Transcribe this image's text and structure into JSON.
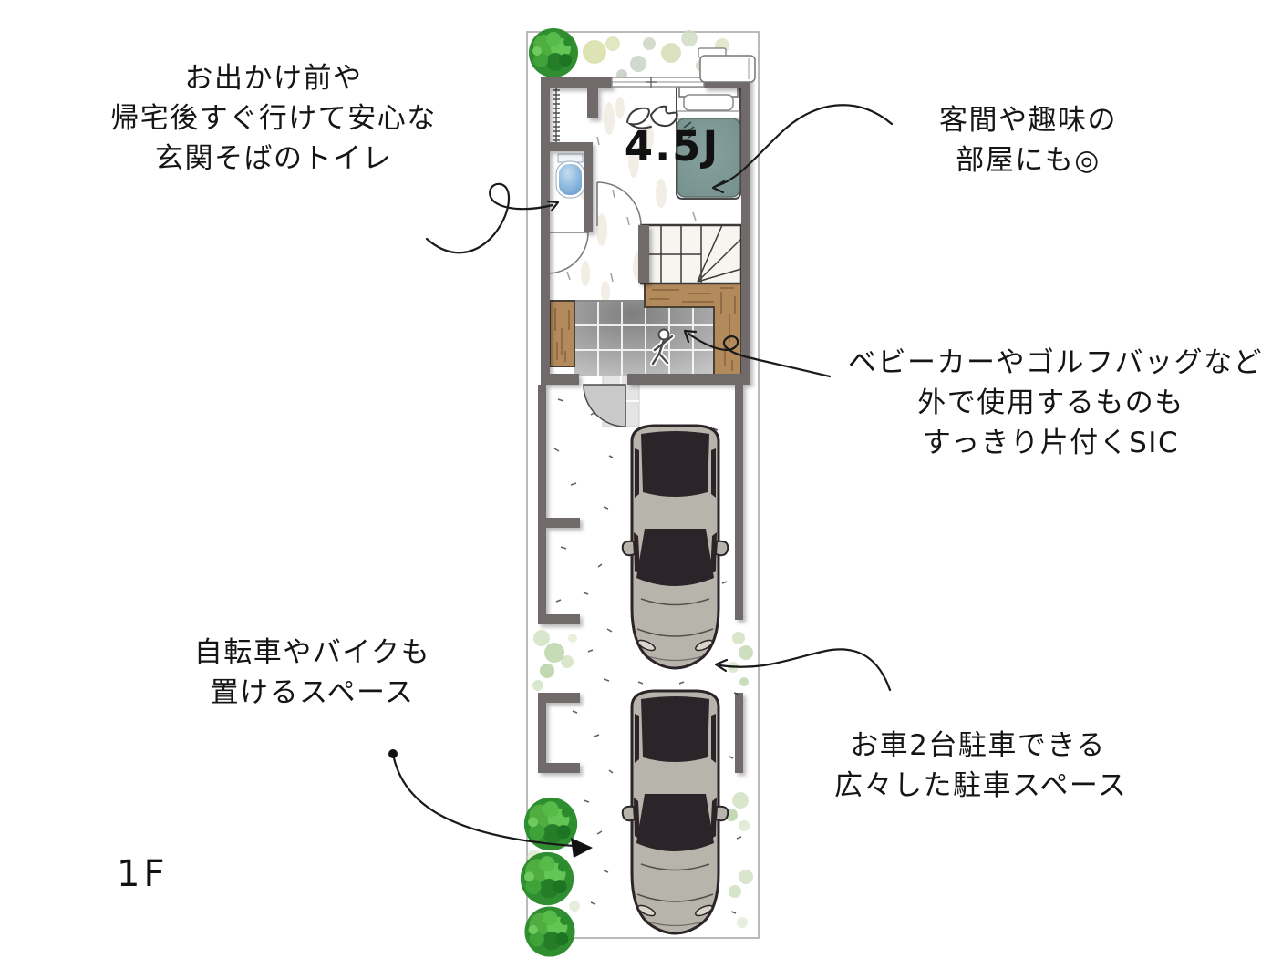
{
  "floor_label": "1F",
  "plan": {
    "room_label": "4.5J",
    "colors": {
      "wall": "#6f6b6b",
      "wood_floor": "#b28a5c",
      "tile_floor": "#9a9a9a",
      "bed_blanket": "#7d9592",
      "toilet_blue": "#6d9fcc",
      "tree_green": "#35a035",
      "garden_green": "#d6deb4",
      "car_body": "#b7b4ac",
      "car_glass": "#2c2428",
      "annotation_ink": "#151515"
    },
    "icons": [
      "tree-icon",
      "bed-icon",
      "toilet-icon",
      "stairs-icon",
      "car-icon",
      "person-icon",
      "ceiling-light-icon",
      "ac-unit-icon",
      "entrance-door-icon",
      "window-icon",
      "closet-hanger-icon",
      "door-swing-icon",
      "shrub-icon"
    ]
  },
  "annotations": {
    "toilet": {
      "lines": [
        "お出かけ前や",
        "帰宅後すぐ行けて安心な",
        "玄関そばのトイレ"
      ]
    },
    "guest_room": {
      "lines": [
        "客間や趣味の",
        "部屋にも◎"
      ]
    },
    "sic": {
      "lines": [
        "ベビーカーやゴルフバッグなど",
        "外で使用するものも",
        "すっきり片付くSIC"
      ]
    },
    "bicycle": {
      "lines": [
        "自転車やバイクも",
        "置けるスペース"
      ]
    },
    "parking": {
      "lines": [
        "お車2台駐車できる",
        "広々した駐車スペース"
      ]
    }
  }
}
